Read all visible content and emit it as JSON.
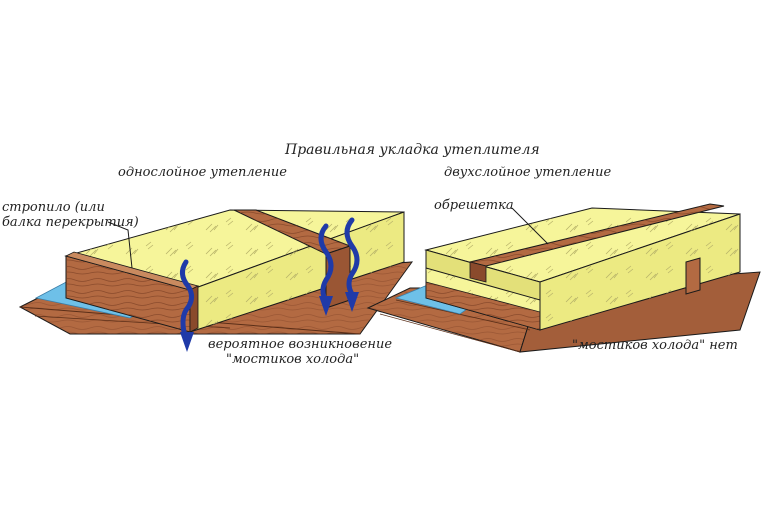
{
  "title": "Правильная укладка утеплителя",
  "left": {
    "heading": "однослойное утепление",
    "rafter_label_line1": "стропило (или",
    "rafter_label_line2": "балка перекрытия)",
    "note_line1": "вероятное возникновение",
    "note_line2": "\"мостиков холода\""
  },
  "right": {
    "heading": "двухслойное утепление",
    "batten_label": "обрешетка",
    "note": "\"мостиков холода\" нет"
  },
  "colors": {
    "insulation": "#f6f59a",
    "insulation_shade": "#e3e079",
    "wood": "#b36a42",
    "wood_dark": "#8a4a2c",
    "membrane": "#6ec0e8",
    "cold_arrow": "#1f3aa8",
    "outline": "#1a1a1a"
  },
  "icons": {
    "cold_bridge_arrow": "wavy-down-arrow-icon"
  }
}
